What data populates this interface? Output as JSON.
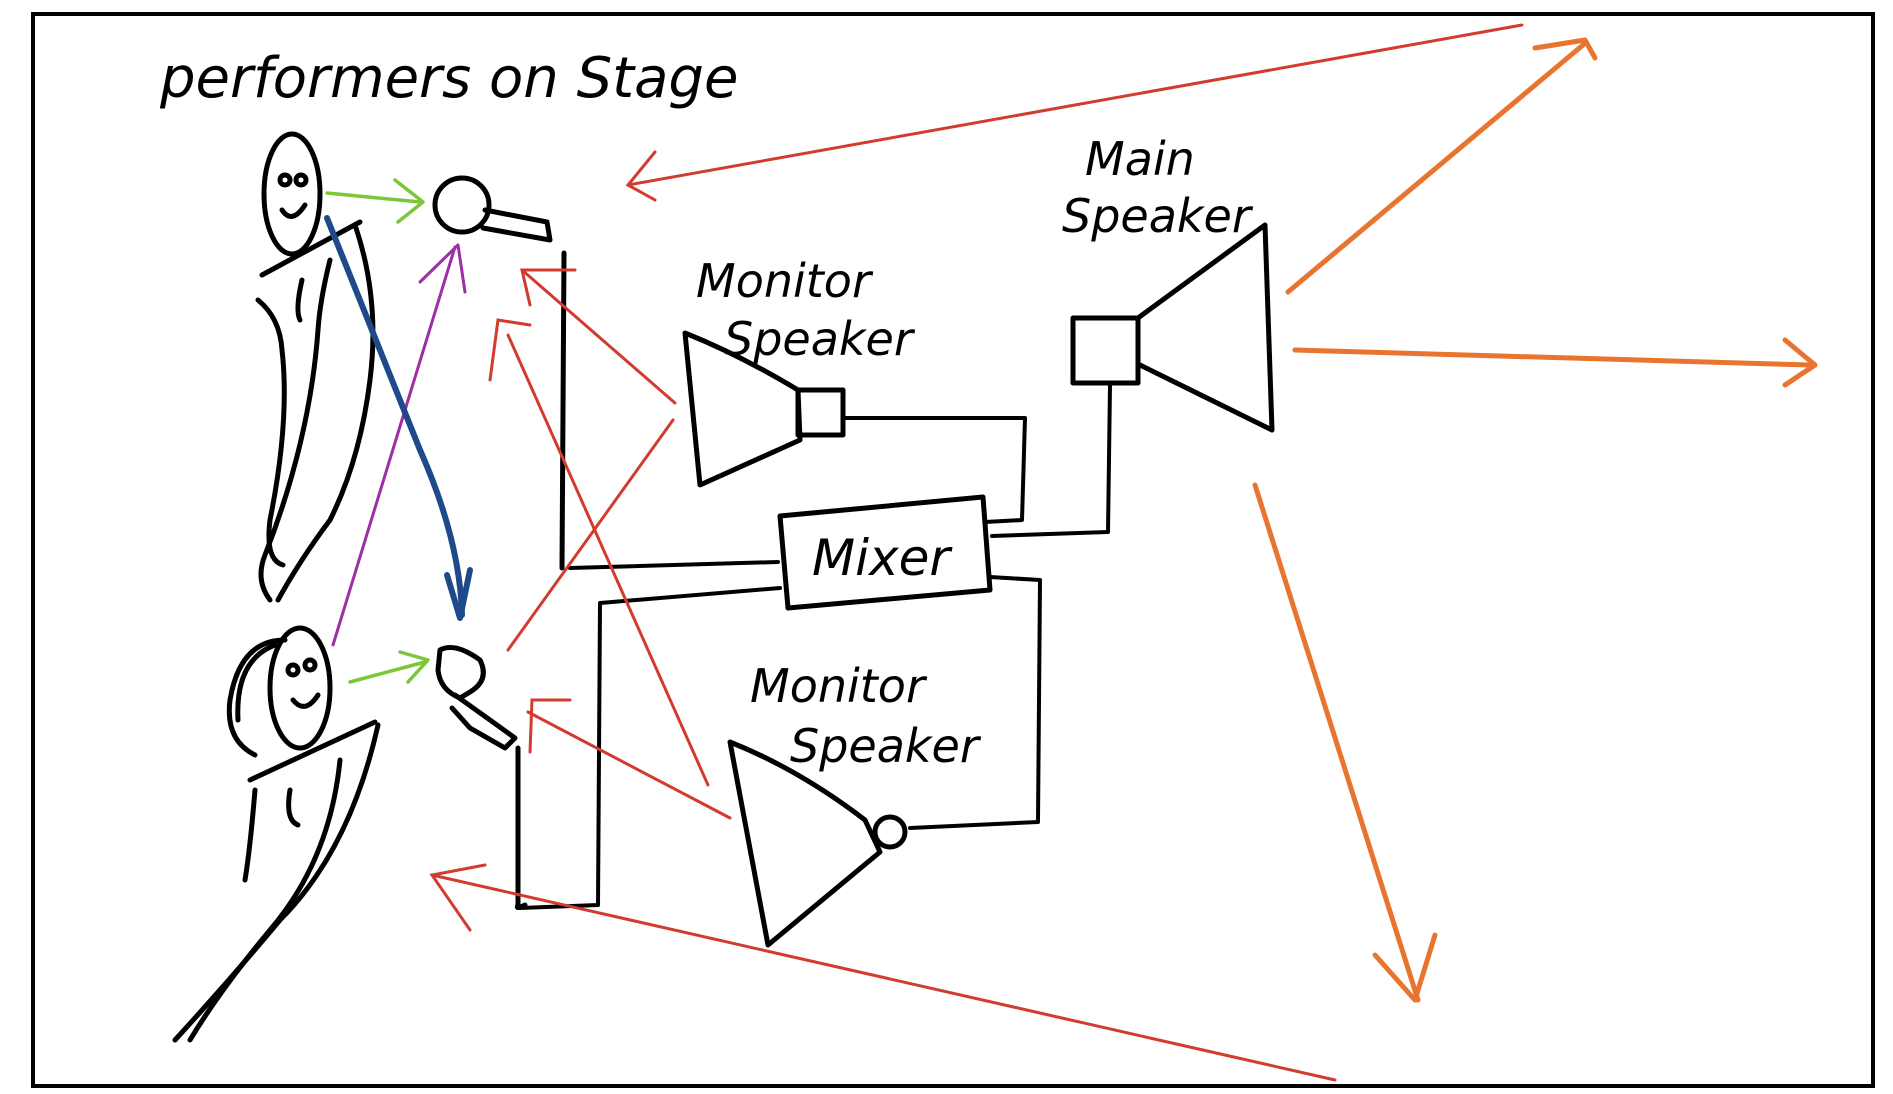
{
  "labels": {
    "title": "performers on Stage",
    "main_speaker_line1": "Main",
    "main_speaker_line2": "Speaker",
    "monitor_top_line1": "Monitor",
    "monitor_top_line2": "Speaker",
    "monitor_bottom_line1": "Monitor",
    "monitor_bottom_line2": "Speaker",
    "mixer": "Mixer"
  },
  "colors": {
    "ink": "#000000",
    "feedback": "#d23b2f",
    "output": "#e87430",
    "voice": "#7cc63a",
    "crosstalk": "#9b2fa3",
    "bleed": "#1f4a8a"
  }
}
